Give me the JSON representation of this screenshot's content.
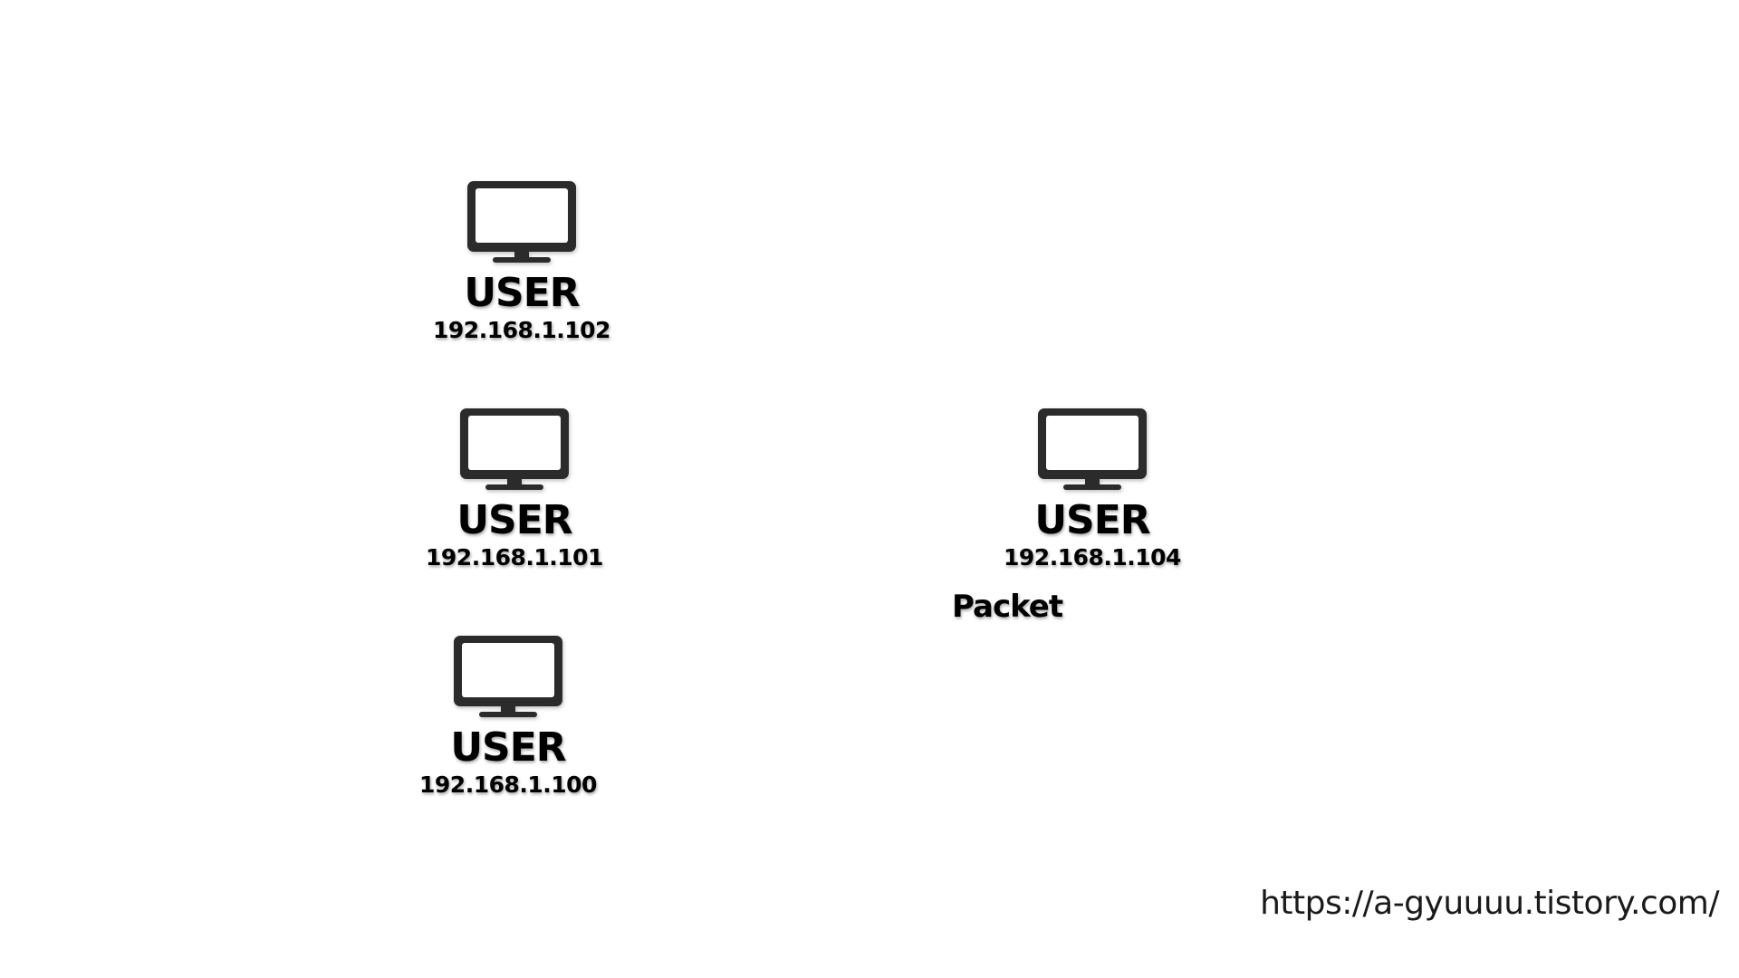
{
  "diagram": {
    "nodes": [
      {
        "role": "USER",
        "ip": "192.168.1.102",
        "icon": "monitor-icon"
      },
      {
        "role": "USER",
        "ip": "192.168.1.101",
        "icon": "monitor-icon"
      },
      {
        "role": "USER",
        "ip": "192.168.1.100",
        "icon": "monitor-icon"
      },
      {
        "role": "USER",
        "ip": "192.168.1.104",
        "icon": "monitor-icon"
      }
    ],
    "packet_label": "Packet",
    "icon_color": "#2b2b2b"
  },
  "footer": {
    "url": "https://a-gyuuuu.tistory.com/"
  }
}
